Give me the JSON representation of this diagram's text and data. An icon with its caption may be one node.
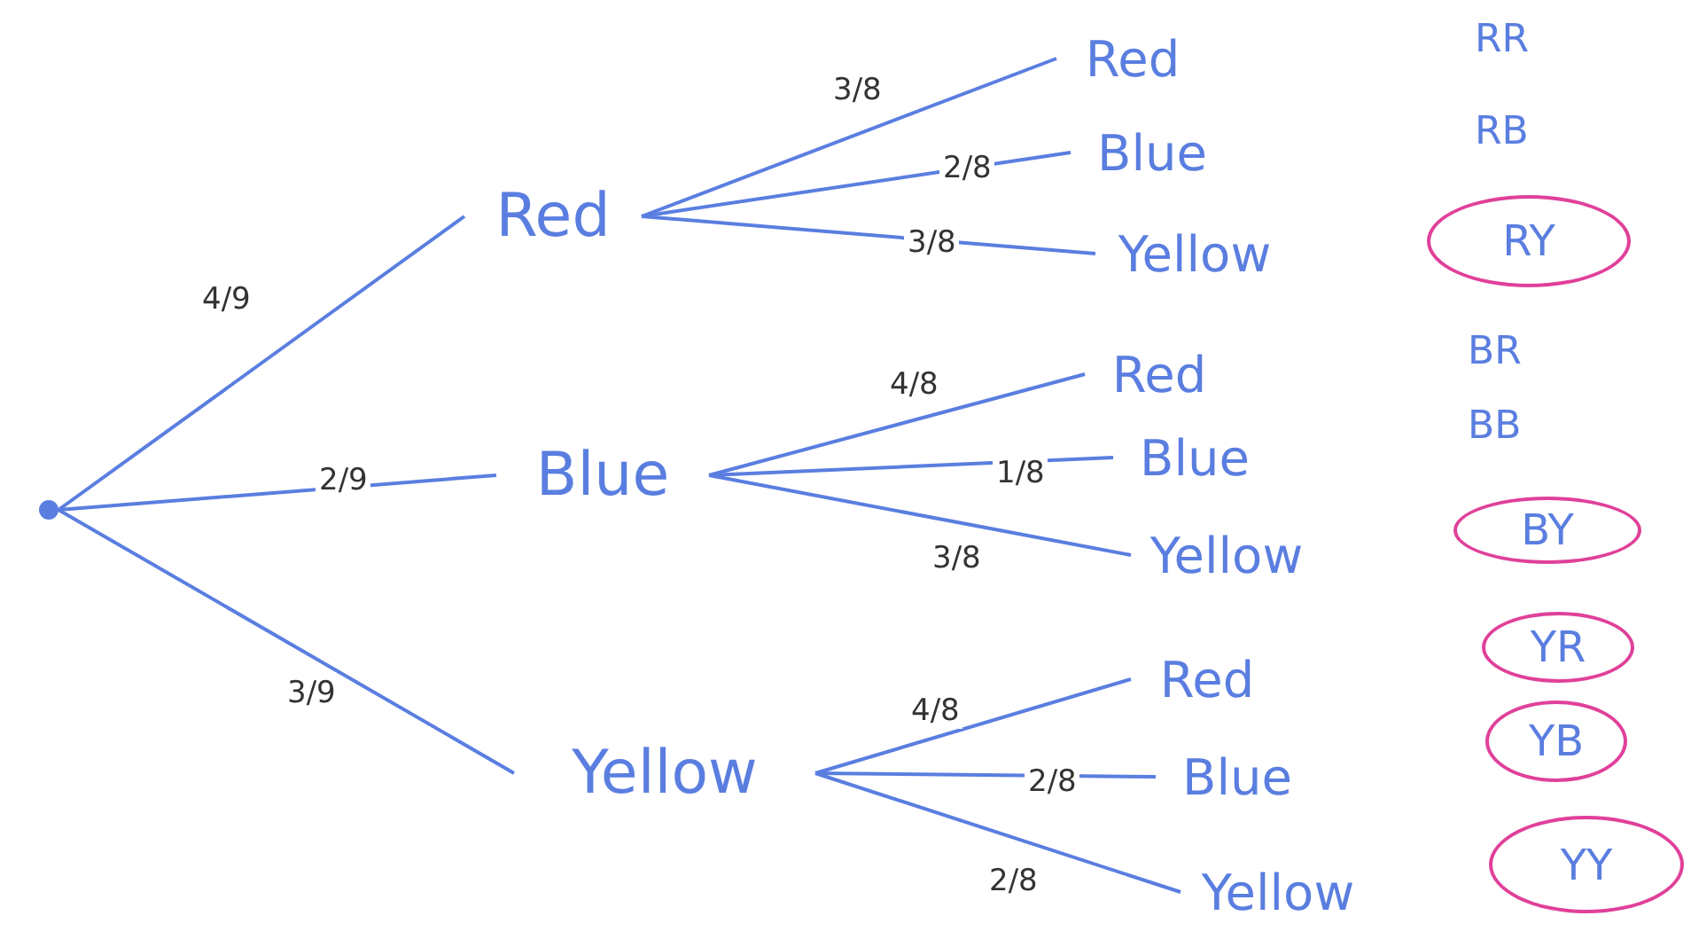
{
  "diagram": {
    "nodes": [
      {
        "text": [],
        "shape": "circle"
      },
      {
        "text": [
          "Red"
        ]
      },
      {
        "text": [
          "Blue"
        ]
      },
      {
        "text": [
          "Yellow"
        ]
      },
      {
        "text": [
          "Red"
        ]
      },
      {
        "text": [
          "Blue"
        ]
      },
      {
        "text": [
          "Yellow"
        ]
      },
      {
        "text": [
          "Red"
        ]
      },
      {
        "text": [
          "Blue"
        ]
      },
      {
        "text": [
          "Yellow"
        ]
      },
      {
        "text": [
          "Red"
        ]
      },
      {
        "text": [
          "Blue"
        ]
      },
      {
        "text": [
          "Yellow"
        ]
      },
      {
        "text": [
          "RY"
        ]
      },
      {
        "text": [
          "BY"
        ]
      },
      {
        "text": [
          "YR"
        ]
      },
      {
        "text": [
          "YB"
        ]
      },
      {
        "text": [
          "YY"
        ]
      }
    ],
    "edges": [
      {
        "from": 0,
        "to": 1,
        "arrow": "none",
        "label": "4/9"
      },
      {
        "from": 0,
        "to": 2,
        "arrow": "none",
        "label": "2/9"
      },
      {
        "from": 0,
        "to": 3,
        "arrow": "none",
        "label": "3/9"
      },
      {
        "from": 1,
        "to": 4,
        "arrow": "none",
        "label": "3/8"
      },
      {
        "from": 1,
        "to": 5,
        "arrow": "none",
        "label": "2/8"
      },
      {
        "from": 1,
        "to": 6,
        "arrow": "none",
        "label": "3/8"
      },
      {
        "from": 2,
        "to": 7,
        "arrow": "none",
        "label": "4/8"
      },
      {
        "from": 2,
        "to": 8,
        "arrow": "none",
        "label": "1/8"
      },
      {
        "from": 2,
        "to": 9,
        "arrow": "none",
        "label": "3/8"
      },
      {
        "from": 3,
        "to": 10,
        "arrow": "none",
        "label": "4/8"
      },
      {
        "from": 3,
        "to": 11,
        "arrow": "none",
        "label": "2/8"
      },
      {
        "from": 3,
        "to": 12,
        "arrow": "none",
        "label": "2/8"
      }
    ],
    "labels": [
      "RR",
      "RB",
      "BR",
      "BB"
    ]
  }
}
